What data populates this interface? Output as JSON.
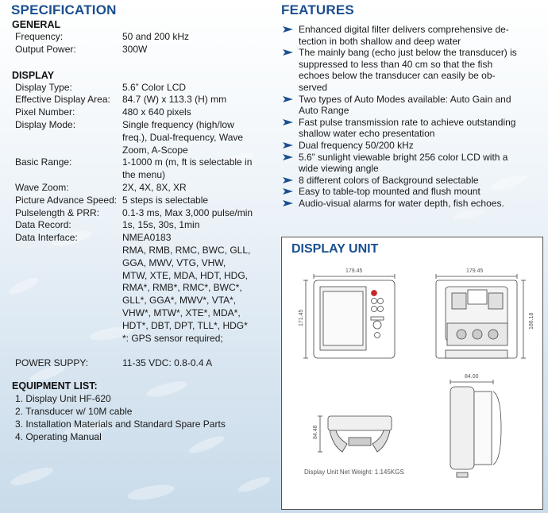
{
  "specification": {
    "title": "SPECIFICATION",
    "general": {
      "heading": "GENERAL",
      "rows": [
        {
          "label": "Frequency:",
          "value": "50 and 200 kHz"
        },
        {
          "label": "Output Power:",
          "value": "300W"
        }
      ]
    },
    "display": {
      "heading": "DISPLAY",
      "rows": [
        {
          "label": "Display Type:",
          "value": "5.6” Color LCD"
        },
        {
          "label": "Effective Display Area:",
          "value": "84.7 (W) x 113.3 (H) mm"
        },
        {
          "label": "Pixel Number:",
          "value": "480 x 640 pixels"
        },
        {
          "label": "Display Mode:",
          "value": "Single frequency (high/low\nfreq.), Dual-frequency, Wave\nZoom, A-Scope"
        },
        {
          "label": "Basic Range:",
          "value": "1-1000 m (m, ft is selectable in\nthe menu)"
        },
        {
          "label": "Wave Zoom:",
          "value": "2X, 4X, 8X, XR"
        },
        {
          "label": "Picture Advance Speed:",
          "value": "5 steps is selectable"
        },
        {
          "label": "Pulselength & PRR:",
          "value": "0.1-3 ms, Max 3,000 pulse/min"
        },
        {
          "label": "Data Record:",
          "value": "1s, 15s, 30s, 1min"
        },
        {
          "label": "Data Interface:",
          "value": "NMEA0183\nRMA, RMB, RMC, BWC, GLL,\nGGA, MWV, VTG, VHW,\nMTW, XTE, MDA, HDT, HDG,\nRMA*, RMB*, RMC*, BWC*,\nGLL*, GGA*, MWV*, VTA*,\nVHW*, MTW*, XTE*, MDA*,\nHDT*, DBT, DPT, TLL*, HDG*\n*: GPS sensor required;"
        }
      ]
    },
    "power": {
      "label": "POWER SUPPY:",
      "value": "11-35 VDC: 0.8-0.4 A"
    },
    "equipment": {
      "heading": "EQUIPMENT LIST:",
      "items": [
        "1. Display Unit HF-620",
        "2. Transducer w/ 10M cable",
        "3. Installation Materials and Standard Spare Parts",
        "4. Operating Manual"
      ]
    }
  },
  "features": {
    "title": "FEATURES",
    "items": [
      "Enhanced digital filter delivers comprehensive de-\ntection in both shallow and deep water",
      "The mainly bang (echo just below the transducer) is\nsuppressed to less than 40 cm so that the fish\nechoes below the transducer can easily be ob-\nserved",
      "Two types of Auto Modes available: Auto Gain and\nAuto Range",
      "Fast pulse transmission rate to achieve outstanding\nshallow water echo presentation",
      "Dual frequency 50/200 kHz",
      "5.6” sunlight viewable bright 256 color LCD with a\nwide viewing angle",
      "8 different colors of Background selectable",
      "Easy to table-top mounted and flush mount",
      "Audio-visual alarms for water depth, fish echoes."
    ]
  },
  "display_unit": {
    "title": "DISPLAY UNIT",
    "dimensions": {
      "front_width": "179.45",
      "front_height": "171.45",
      "rear_width": "179.45",
      "rear_height": "186.18",
      "side_depth": "84.00",
      "bracket_height": "84.48"
    },
    "weight_note": "Display Unit Net Weight: 1.145KGS"
  },
  "colors": {
    "heading": "#1b4f8f",
    "arrow": "#1b4f8f"
  }
}
